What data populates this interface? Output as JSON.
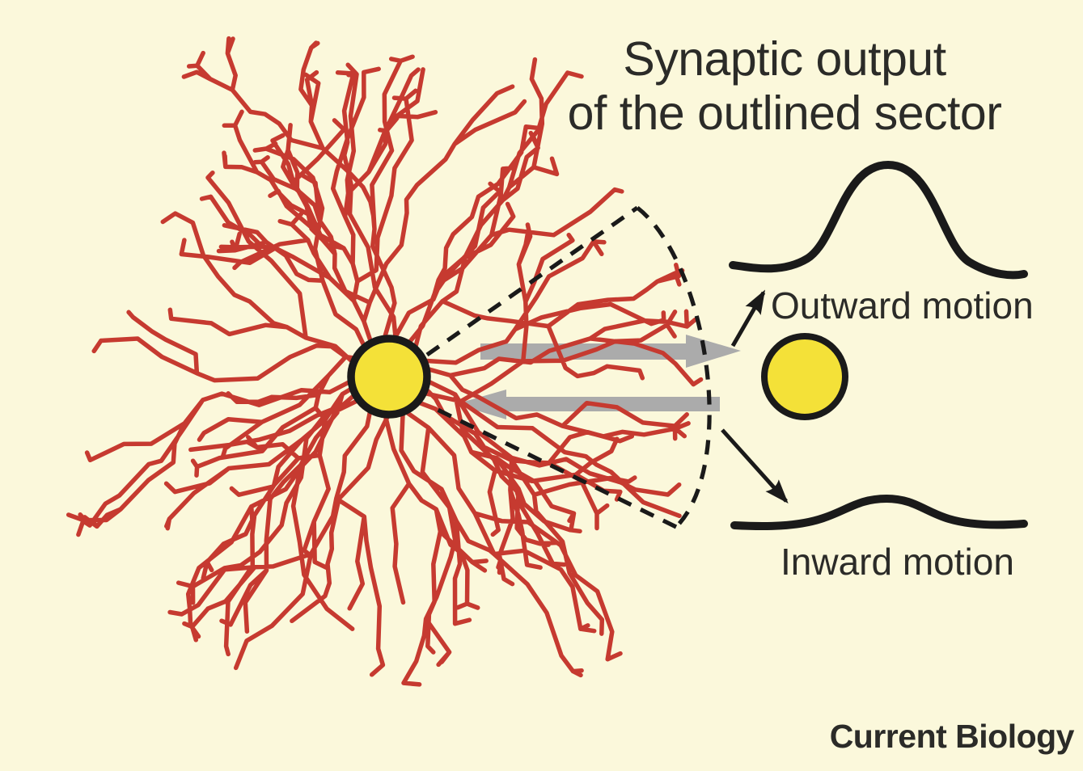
{
  "title": {
    "line1": "Synaptic output",
    "line2": "of the outlined sector"
  },
  "labels": {
    "outward_motion": "Outward motion",
    "inward_motion": "Inward motion"
  },
  "footer": {
    "journal_name": "Current Biology"
  },
  "colors": {
    "background": "#FBF8DB",
    "dendrite_red": "#C63A30",
    "cell_yellow": "#F4E138",
    "outline_black": "#1A1A1A",
    "arrow_gray": "#ABABAB",
    "text_dark": "#2B2B28"
  }
}
